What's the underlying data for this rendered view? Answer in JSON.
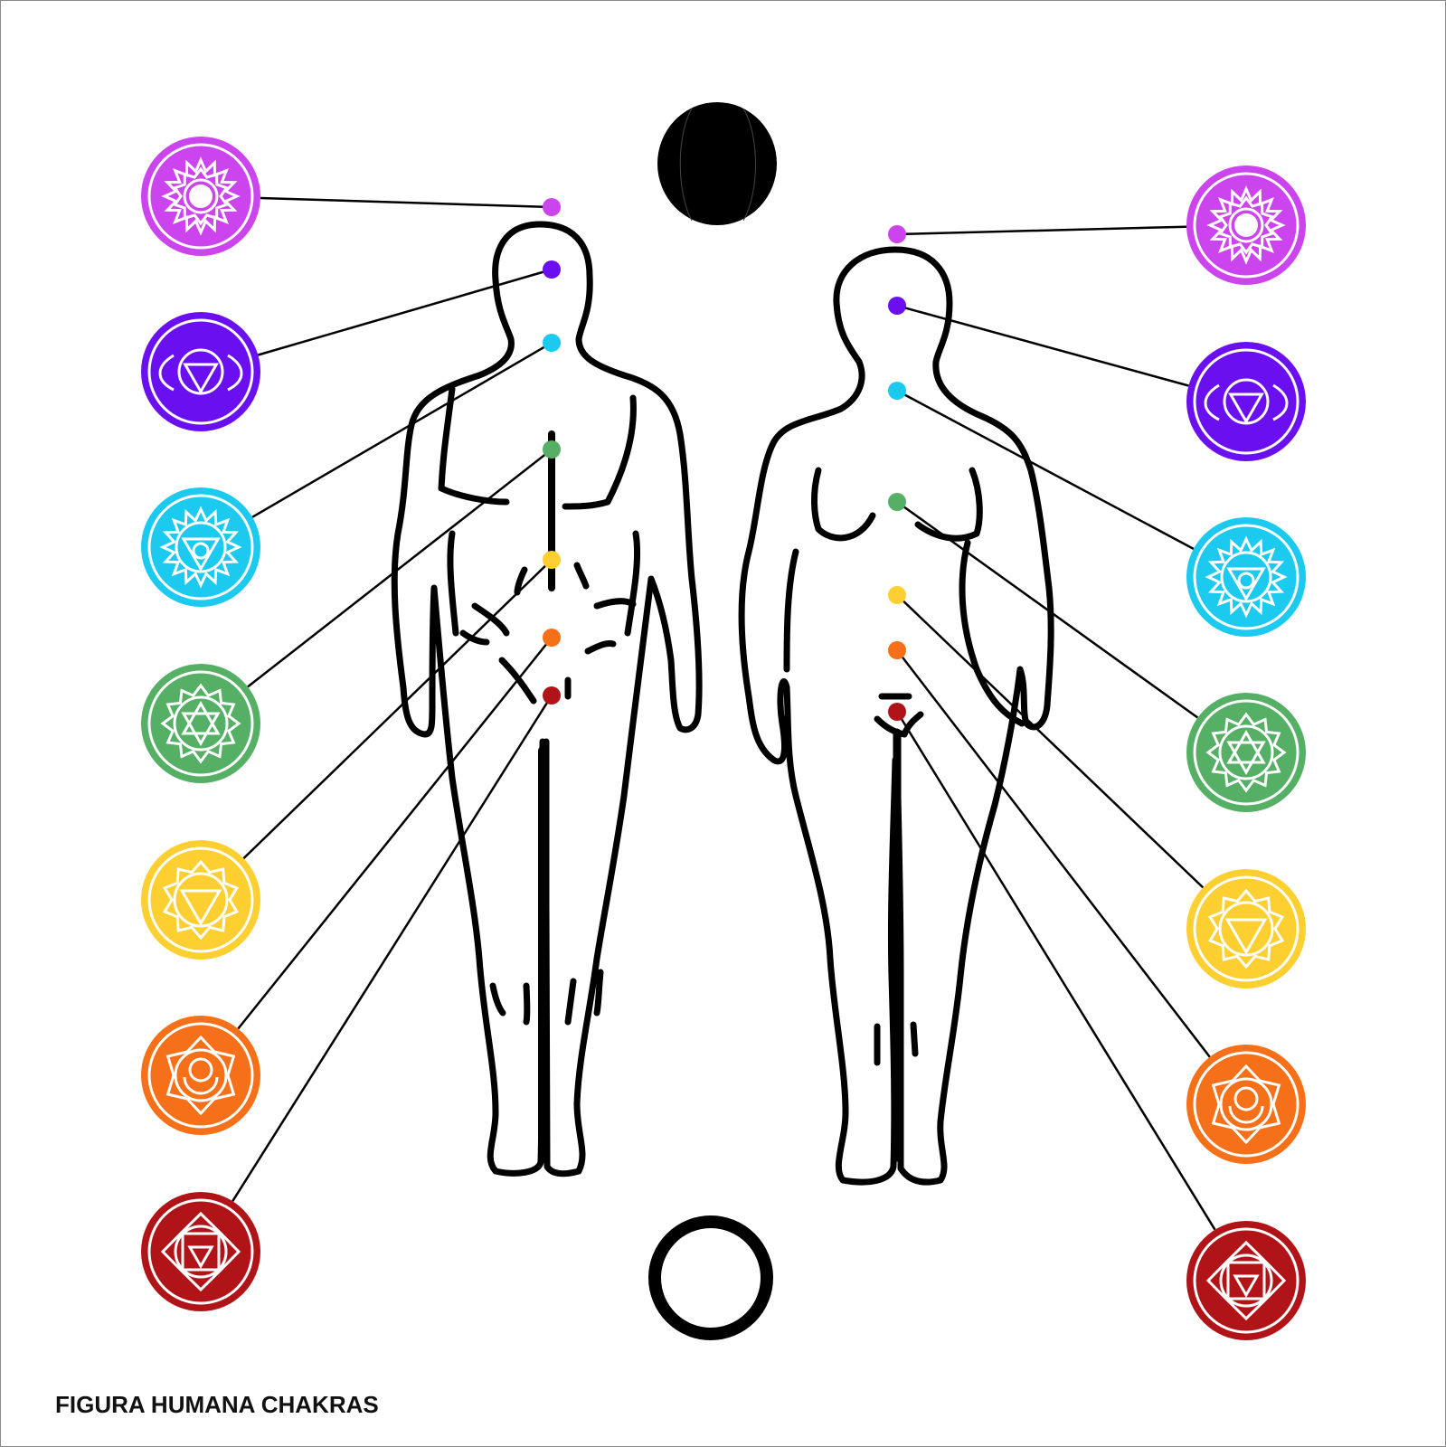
{
  "caption": "FIGURA HUMANA CHAKRAS",
  "chakras": [
    {
      "name": "crown",
      "color": "#cc44ee",
      "symbol": "crown-lotus-icon"
    },
    {
      "name": "third-eye",
      "color": "#6a10f0",
      "symbol": "third-eye-icon"
    },
    {
      "name": "throat",
      "color": "#1ccaf0",
      "symbol": "throat-lotus-icon"
    },
    {
      "name": "heart",
      "color": "#55b065",
      "symbol": "heart-star-icon"
    },
    {
      "name": "solar-plexus",
      "color": "#fdcf30",
      "symbol": "solar-triangle-icon"
    },
    {
      "name": "sacral",
      "color": "#f57018",
      "symbol": "sacral-crescent-icon"
    },
    {
      "name": "root",
      "color": "#b01418",
      "symbol": "root-square-icon"
    }
  ],
  "symbols": {
    "top": "filled-circle-icon",
    "bottom": "ring-icon"
  },
  "colors": {
    "outline": "#000000",
    "background": "#ffffff",
    "symbol_stroke": "#ffffff"
  }
}
